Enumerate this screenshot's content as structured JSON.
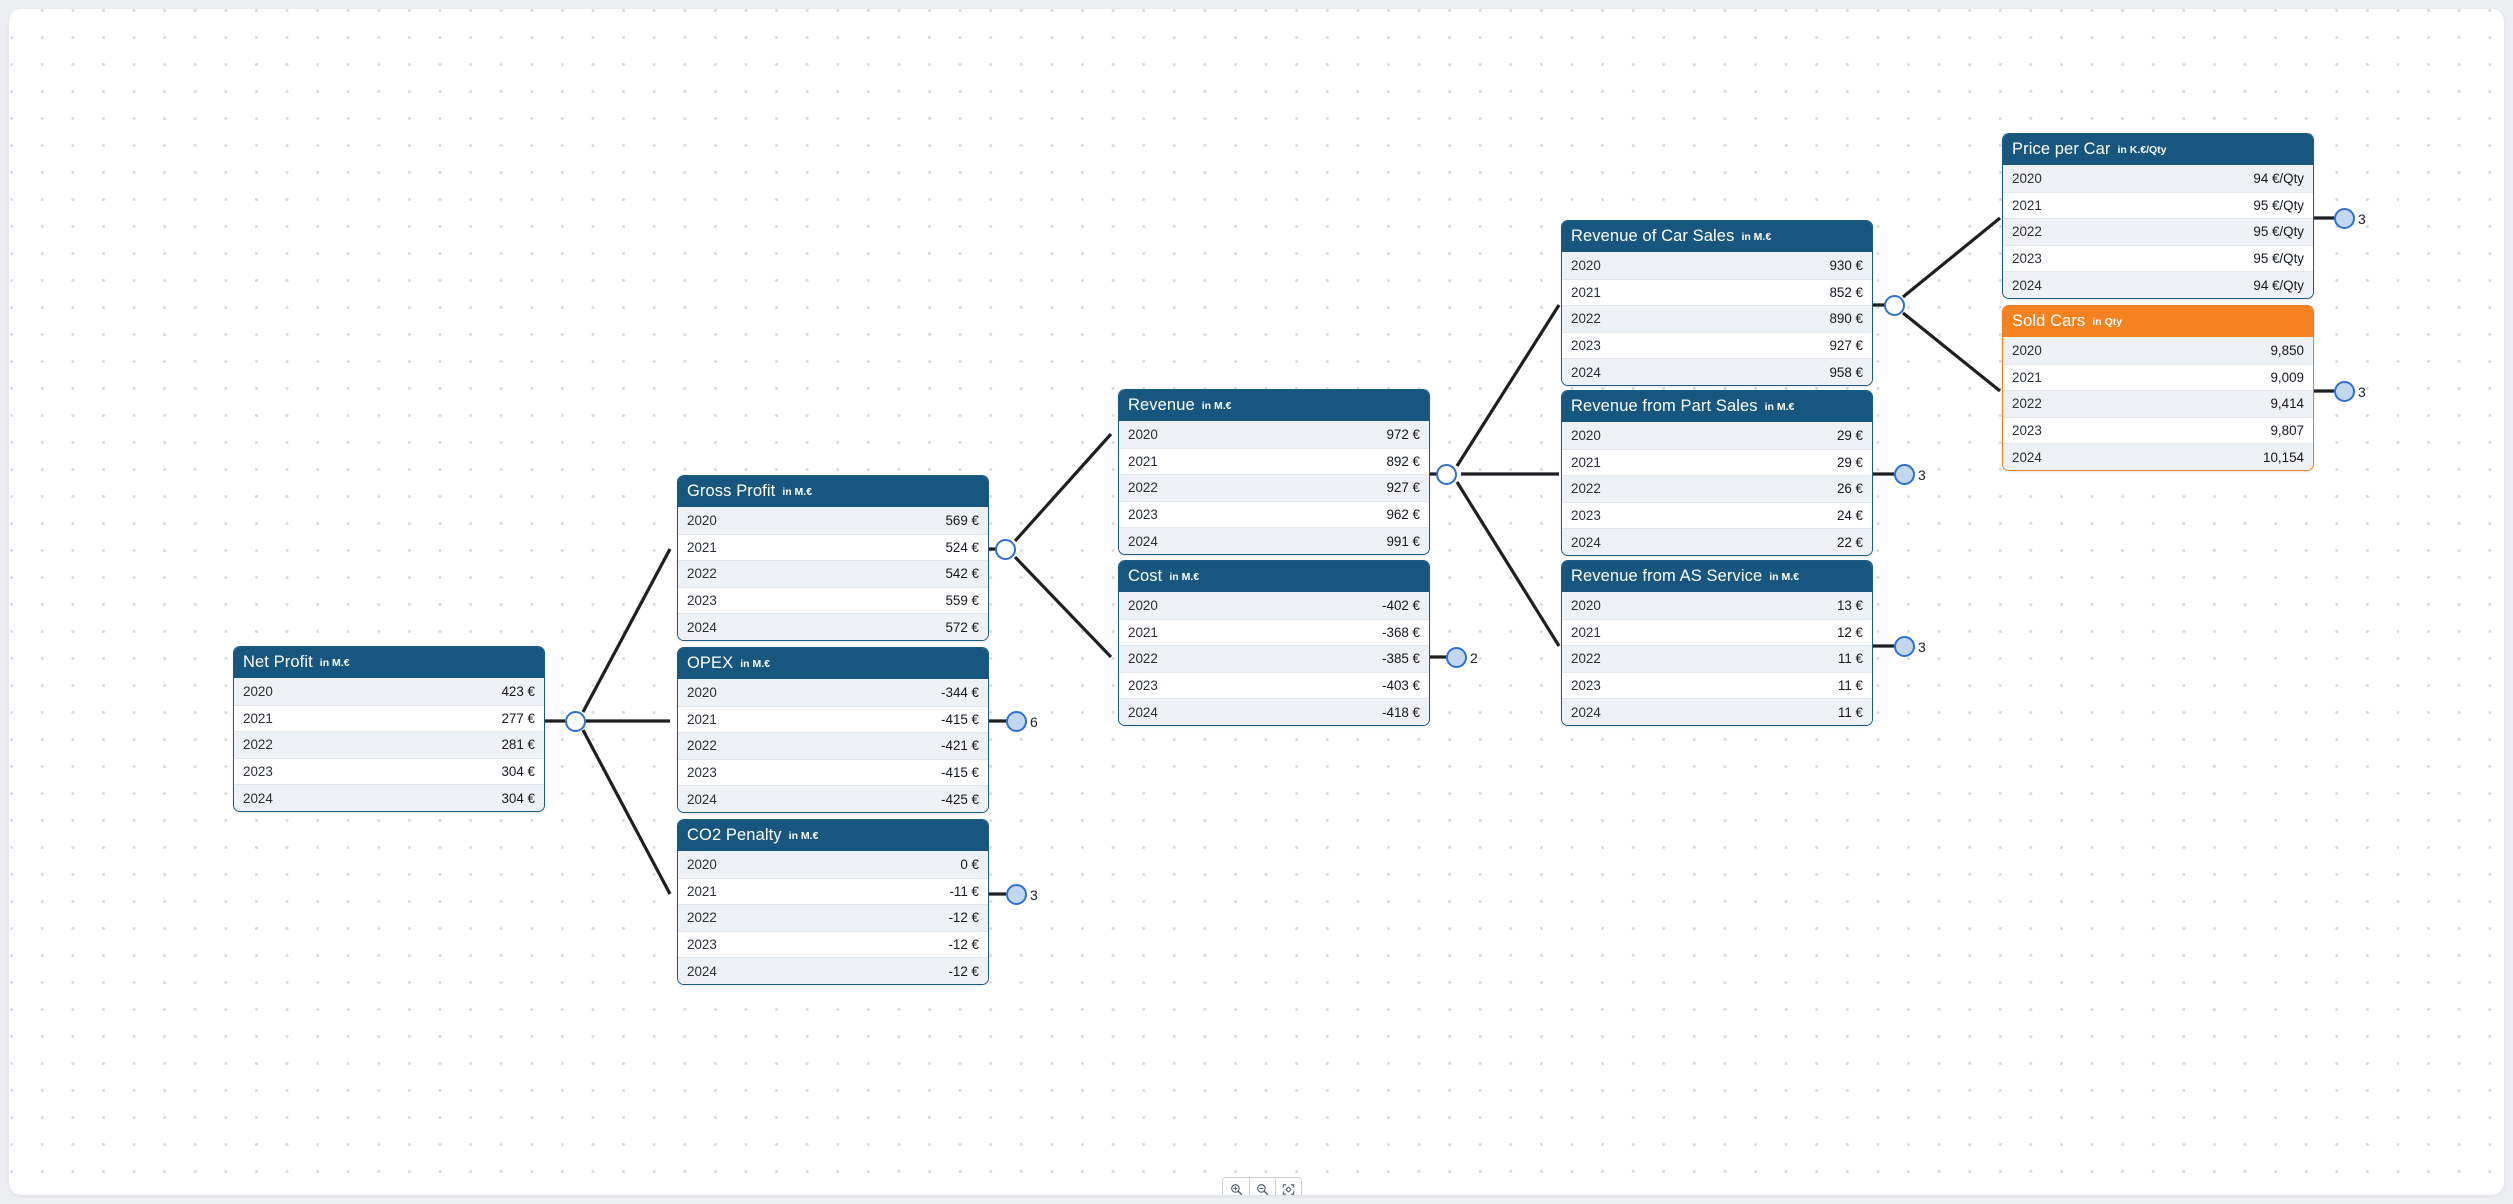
{
  "canvas": {
    "background_color": "#ffffff",
    "page_background_color": "#eceef1",
    "grid_dot_color": "#d7d9de"
  },
  "theme": {
    "node_header_blue": "#17567e",
    "node_header_orange": "#f58220",
    "node_border_blue": "#1b5c84",
    "node_border_orange": "#ef7d22",
    "row_stripe": "#eef1f5",
    "connector_color": "#1d1f22",
    "junction_border": "#2f6fd0",
    "badge_fill": "#c3d7ef"
  },
  "years": [
    "2020",
    "2021",
    "2022",
    "2023",
    "2024"
  ],
  "nodes": {
    "net_profit": {
      "title": "Net Profit",
      "unit": "in M.€",
      "accent": "blue",
      "rows": [
        {
          "label": "2020",
          "value": "423 €"
        },
        {
          "label": "2021",
          "value": "277 €"
        },
        {
          "label": "2022",
          "value": "281 €"
        },
        {
          "label": "2023",
          "value": "304 €"
        },
        {
          "label": "2024",
          "value": "304 €"
        }
      ]
    },
    "gross_profit": {
      "title": "Gross Profit",
      "unit": "in M.€",
      "accent": "blue",
      "rows": [
        {
          "label": "2020",
          "value": "569 €"
        },
        {
          "label": "2021",
          "value": "524 €"
        },
        {
          "label": "2022",
          "value": "542 €"
        },
        {
          "label": "2023",
          "value": "559 €"
        },
        {
          "label": "2024",
          "value": "572 €"
        }
      ]
    },
    "opex": {
      "title": "OPEX",
      "unit": "in M.€",
      "accent": "blue",
      "badge": "6",
      "rows": [
        {
          "label": "2020",
          "value": "-344 €"
        },
        {
          "label": "2021",
          "value": "-415 €"
        },
        {
          "label": "2022",
          "value": "-421 €"
        },
        {
          "label": "2023",
          "value": "-415 €"
        },
        {
          "label": "2024",
          "value": "-425 €"
        }
      ]
    },
    "co2_penalty": {
      "title": "CO2 Penalty",
      "unit": "in M.€",
      "accent": "blue",
      "badge": "3",
      "rows": [
        {
          "label": "2020",
          "value": "0 €"
        },
        {
          "label": "2021",
          "value": "-11 €"
        },
        {
          "label": "2022",
          "value": "-12 €"
        },
        {
          "label": "2023",
          "value": "-12 €"
        },
        {
          "label": "2024",
          "value": "-12 €"
        }
      ]
    },
    "revenue": {
      "title": "Revenue",
      "unit": "in M.€",
      "accent": "blue",
      "rows": [
        {
          "label": "2020",
          "value": "972 €"
        },
        {
          "label": "2021",
          "value": "892 €"
        },
        {
          "label": "2022",
          "value": "927 €"
        },
        {
          "label": "2023",
          "value": "962 €"
        },
        {
          "label": "2024",
          "value": "991 €"
        }
      ]
    },
    "cost": {
      "title": "Cost",
      "unit": "in M.€",
      "accent": "blue",
      "badge": "2",
      "rows": [
        {
          "label": "2020",
          "value": "-402 €"
        },
        {
          "label": "2021",
          "value": "-368 €"
        },
        {
          "label": "2022",
          "value": "-385 €"
        },
        {
          "label": "2023",
          "value": "-403 €"
        },
        {
          "label": "2024",
          "value": "-418 €"
        }
      ]
    },
    "revenue_car_sales": {
      "title": "Revenue of Car Sales",
      "unit": "in M.€",
      "accent": "blue",
      "rows": [
        {
          "label": "2020",
          "value": "930 €"
        },
        {
          "label": "2021",
          "value": "852 €"
        },
        {
          "label": "2022",
          "value": "890 €"
        },
        {
          "label": "2023",
          "value": "927 €"
        },
        {
          "label": "2024",
          "value": "958 €"
        }
      ]
    },
    "revenue_part_sales": {
      "title": "Revenue from Part Sales",
      "unit": "in M.€",
      "accent": "blue",
      "badge": "3",
      "rows": [
        {
          "label": "2020",
          "value": "29 €"
        },
        {
          "label": "2021",
          "value": "29 €"
        },
        {
          "label": "2022",
          "value": "26 €"
        },
        {
          "label": "2023",
          "value": "24 €"
        },
        {
          "label": "2024",
          "value": "22 €"
        }
      ]
    },
    "revenue_as_service": {
      "title": "Revenue from AS Service",
      "unit": "in M.€",
      "accent": "blue",
      "badge": "3",
      "rows": [
        {
          "label": "2020",
          "value": "13 €"
        },
        {
          "label": "2021",
          "value": "12 €"
        },
        {
          "label": "2022",
          "value": "11 €"
        },
        {
          "label": "2023",
          "value": "11 €"
        },
        {
          "label": "2024",
          "value": "11 €"
        }
      ]
    },
    "price_per_car": {
      "title": "Price per Car",
      "unit": "in K.€/Qty",
      "accent": "blue",
      "badge": "3",
      "rows": [
        {
          "label": "2020",
          "value": "94 €/Qty"
        },
        {
          "label": "2021",
          "value": "95 €/Qty"
        },
        {
          "label": "2022",
          "value": "95 €/Qty"
        },
        {
          "label": "2023",
          "value": "95 €/Qty"
        },
        {
          "label": "2024",
          "value": "94 €/Qty"
        }
      ]
    },
    "sold_cars": {
      "title": "Sold Cars",
      "unit": "in Qty",
      "accent": "orange",
      "badge": "3",
      "rows": [
        {
          "label": "2020",
          "value": "9,850"
        },
        {
          "label": "2021",
          "value": "9,009"
        },
        {
          "label": "2022",
          "value": "9,414"
        },
        {
          "label": "2023",
          "value": "9,807"
        },
        {
          "label": "2024",
          "value": "10,154"
        }
      ]
    }
  },
  "toolbar": {
    "zoom_in": "zoom-in",
    "zoom_out": "zoom-out",
    "fit_screen": "fit-to-screen"
  }
}
